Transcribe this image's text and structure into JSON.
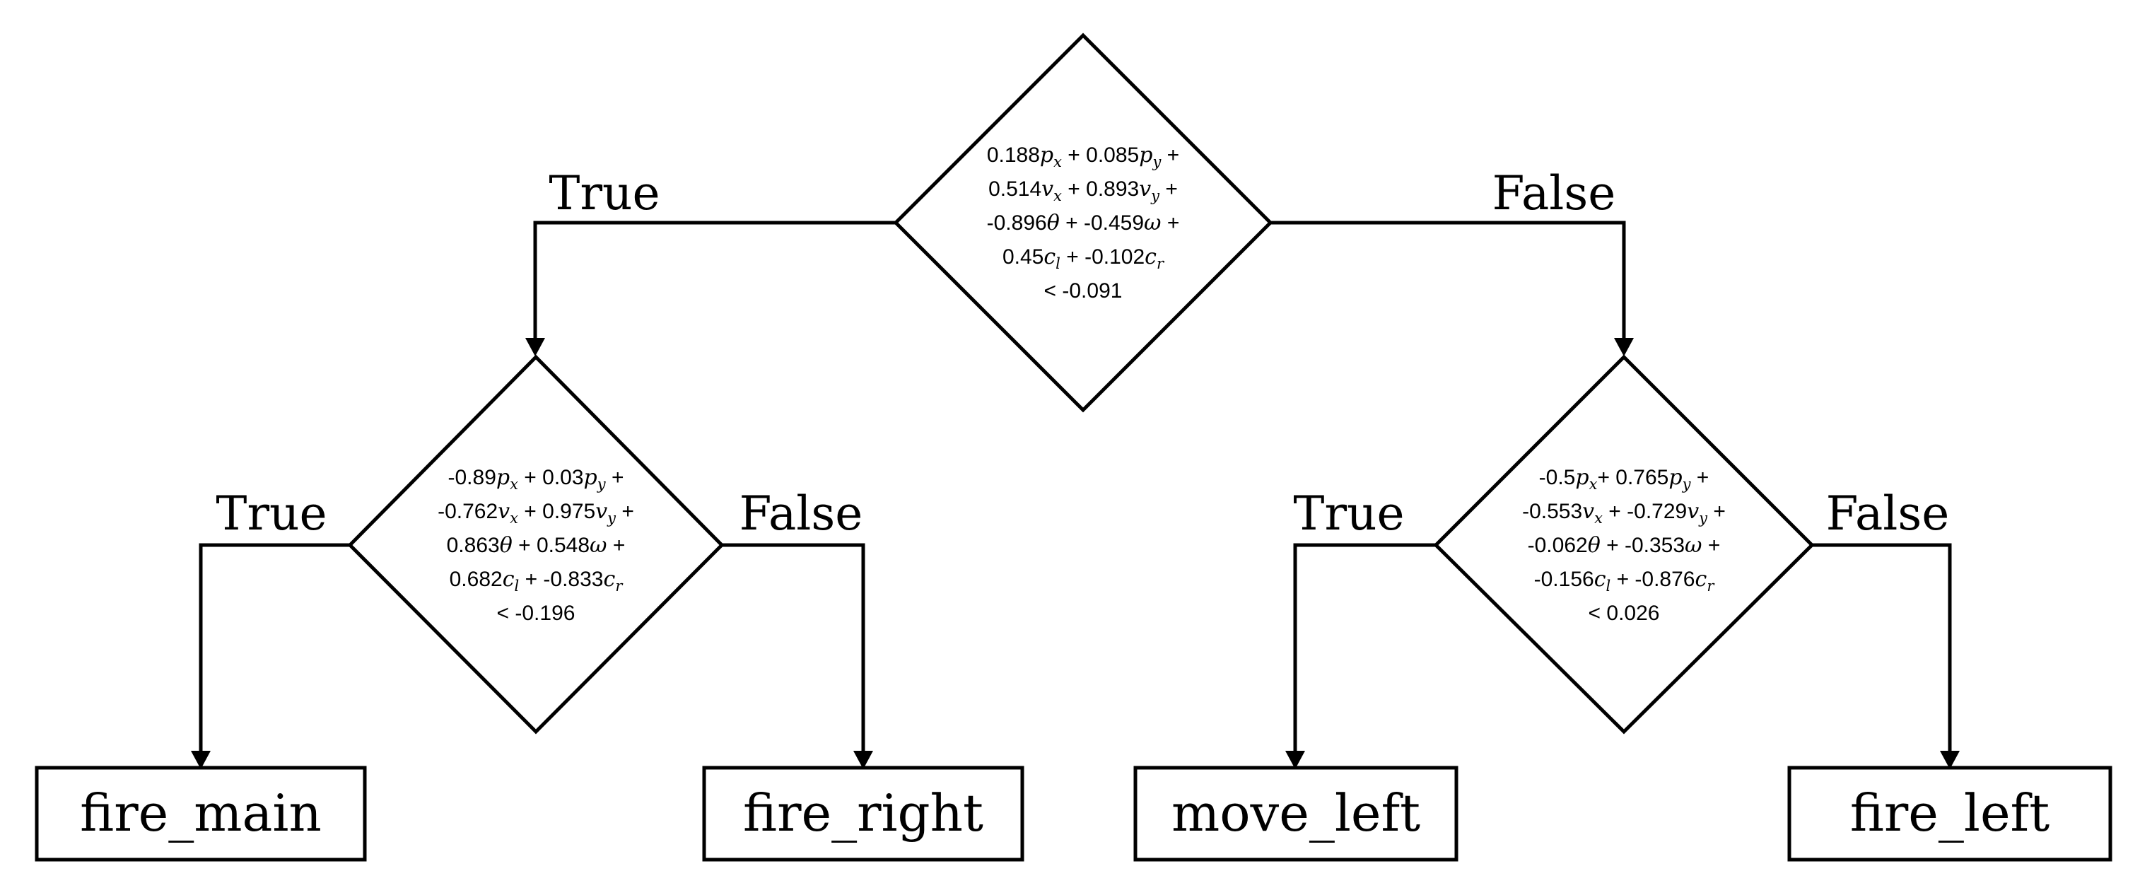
{
  "nodes": {
    "root": {
      "lines": [
        [
          {
            "c": "0.188"
          },
          {
            "v": "p",
            "s": "x"
          },
          {
            "c": " + 0.085"
          },
          {
            "v": "p",
            "s": "y"
          },
          {
            "c": " +"
          }
        ],
        [
          {
            "c": "0.514"
          },
          {
            "v": "v",
            "s": "x"
          },
          {
            "c": " + 0.893"
          },
          {
            "v": "v",
            "s": "y"
          },
          {
            "c": " +"
          }
        ],
        [
          {
            "c": "-0.896"
          },
          {
            "v": "θ"
          },
          {
            "c": " + -0.459"
          },
          {
            "v": "ω"
          },
          {
            "c": " +"
          }
        ],
        [
          {
            "c": "0.45"
          },
          {
            "v": "c",
            "s": "l"
          },
          {
            "c": " + -0.102"
          },
          {
            "v": "c",
            "s": "r"
          }
        ],
        [
          {
            "c": "< -0.091"
          }
        ]
      ]
    },
    "left": {
      "lines": [
        [
          {
            "c": "-0.89"
          },
          {
            "v": "p",
            "s": "x"
          },
          {
            "c": " + 0.03"
          },
          {
            "v": "p",
            "s": "y"
          },
          {
            "c": " +"
          }
        ],
        [
          {
            "c": "-0.762"
          },
          {
            "v": "v",
            "s": "x"
          },
          {
            "c": " + 0.975"
          },
          {
            "v": "v",
            "s": "y"
          },
          {
            "c": " +"
          }
        ],
        [
          {
            "c": "0.863"
          },
          {
            "v": "θ"
          },
          {
            "c": " + 0.548"
          },
          {
            "v": "ω"
          },
          {
            "c": " +"
          }
        ],
        [
          {
            "c": "0.682"
          },
          {
            "v": "c",
            "s": "l"
          },
          {
            "c": " + -0.833"
          },
          {
            "v": "c",
            "s": "r"
          }
        ],
        [
          {
            "c": "< -0.196"
          }
        ]
      ]
    },
    "right": {
      "lines": [
        [
          {
            "c": "-0.5"
          },
          {
            "v": "p",
            "s": "x"
          },
          {
            "c": "+ 0.765"
          },
          {
            "v": "p",
            "s": "y"
          },
          {
            "c": " +"
          }
        ],
        [
          {
            "c": "-0.553"
          },
          {
            "v": "v",
            "s": "x"
          },
          {
            "c": " + -0.729"
          },
          {
            "v": "v",
            "s": "y"
          },
          {
            "c": " +"
          }
        ],
        [
          {
            "c": "-0.062"
          },
          {
            "v": "θ"
          },
          {
            "c": " + -0.353"
          },
          {
            "v": "ω"
          },
          {
            "c": " +"
          }
        ],
        [
          {
            "c": "-0.156"
          },
          {
            "v": "c",
            "s": "l"
          },
          {
            "c": " + -0.876"
          },
          {
            "v": "c",
            "s": "r"
          }
        ],
        [
          {
            "c": "< 0.026"
          }
        ]
      ]
    }
  },
  "edges": {
    "root_true": "True",
    "root_false": "False",
    "left_true": "True",
    "left_false": "False",
    "right_true": "True",
    "right_false": "False"
  },
  "leaves": {
    "fire_main": "fire_main",
    "fire_right": "fire_right",
    "move_left": "move_left",
    "fire_left": "fire_left"
  }
}
